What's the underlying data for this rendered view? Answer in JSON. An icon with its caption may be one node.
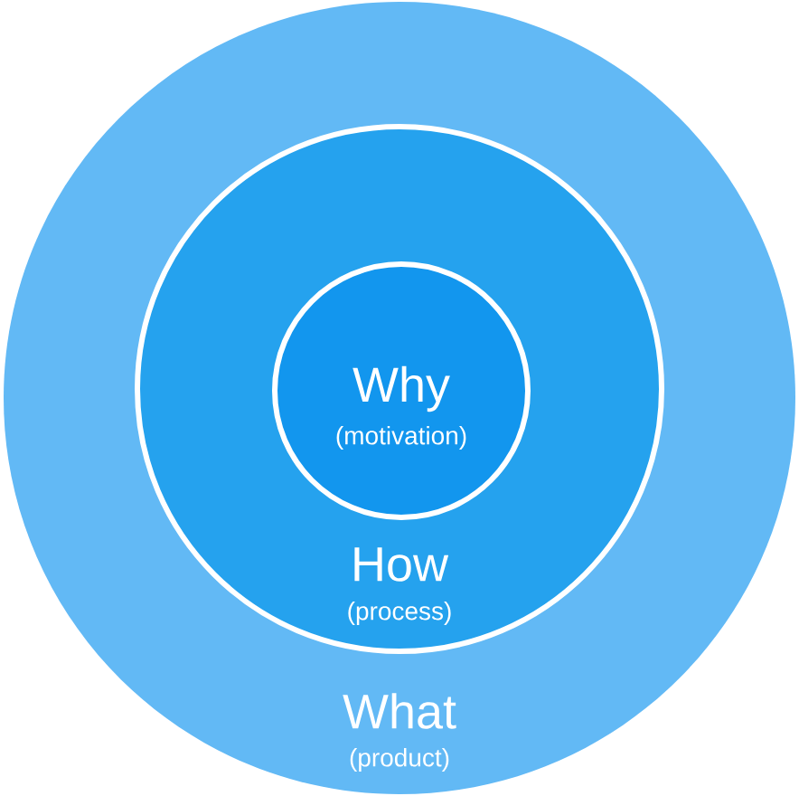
{
  "diagram": {
    "nodes": [
      {
        "text": [
          "What",
          "(product)"
        ]
      },
      {
        "text": [
          "How",
          "(process)"
        ],
        "in": 0
      },
      {
        "text": [
          "Why",
          "(motivation)"
        ],
        "in": 1
      }
    ]
  }
}
